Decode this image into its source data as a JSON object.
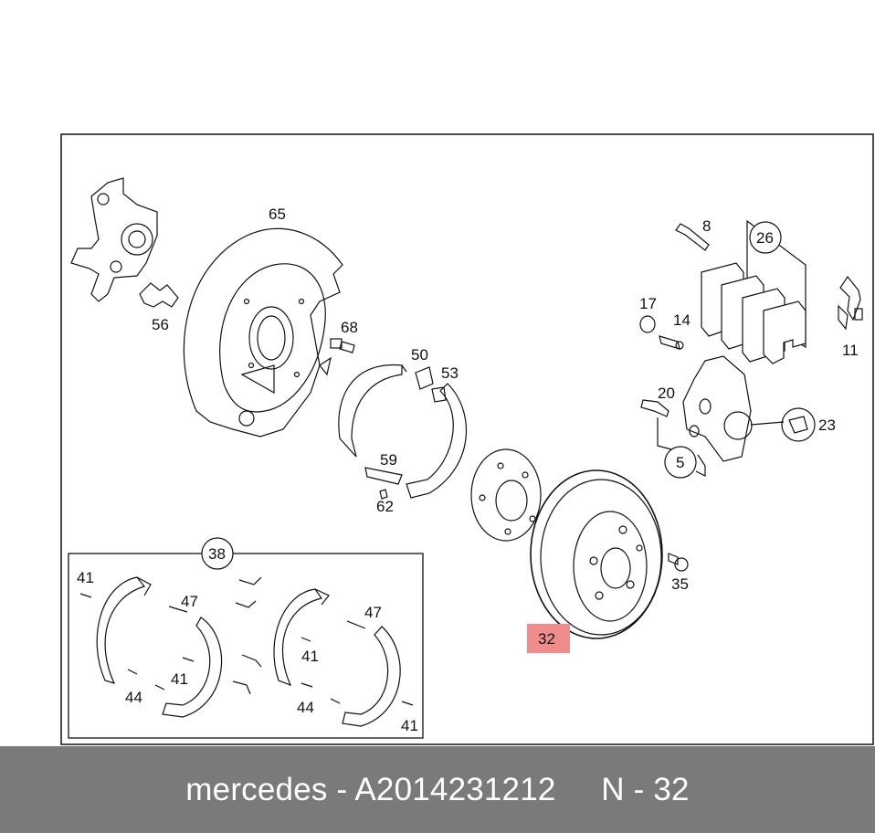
{
  "diagram": {
    "labels": {
      "p65": "65",
      "p56": "56",
      "p68": "68",
      "p50": "50",
      "p53": "53",
      "p59": "59",
      "p62": "62",
      "p8": "8",
      "p26": "26",
      "p17": "17",
      "p14": "14",
      "p11": "11",
      "p20": "20",
      "p23": "23",
      "p5": "5",
      "p35": "35",
      "p32": "32",
      "p38": "38",
      "k41a": "41",
      "k47a": "47",
      "k41b": "41",
      "k44a": "44",
      "k47b": "47",
      "k41c": "41",
      "k44b": "44",
      "k41d": "41"
    },
    "highlight_color": "#f08c8c"
  },
  "footer": {
    "brand": "mercedes",
    "separator": " - ",
    "part_number": "A2014231212",
    "position": "N - 32",
    "background": "#7a7a7a"
  }
}
